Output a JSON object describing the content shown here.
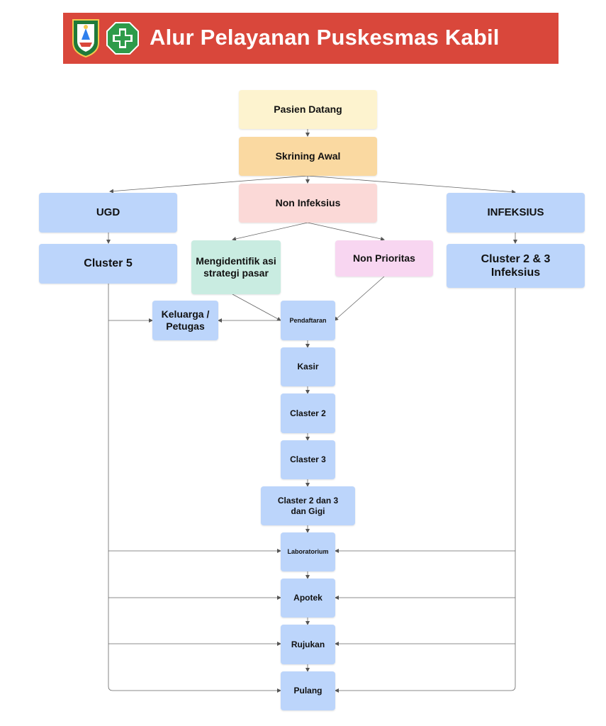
{
  "header": {
    "title": "Alur Pelayanan Puskesmas Kabil",
    "logo_regional": "regional-emblem-icon",
    "logo_puskesmas": "puskesmas-cross-icon",
    "background_color": "#d9473b"
  },
  "nodes": {
    "pasien_datang": "Pasien Datang",
    "skrining_awal": "Skrining Awal",
    "non_infeksius": "Non Infeksius",
    "ugd": "UGD",
    "infeksius": "INFEKSIUS",
    "cluster_5": "Cluster 5",
    "cluster_2_3_infeksius": "Cluster 2 & 3 Infeksius",
    "mengidentifikasi": "Mengidentifik asi strategi pasar",
    "non_prioritas": "Non Prioritas",
    "keluarga_petugas": "Keluarga / Petugas",
    "pendaftaran": "Pendaftaran",
    "kasir": "Kasir",
    "claster_2": "Claster 2",
    "claster_3": "Claster 3",
    "claster_2_3_gigi": "Claster 2 dan 3 dan Gigi",
    "laboratorium": "Laboratorium",
    "apotek": "Apotek",
    "rujukan": "Rujukan",
    "pulang": "Pulang"
  },
  "colors": {
    "blue": "#bcd5fb",
    "cream": "#fdf3cf",
    "orange": "#fad9a1",
    "pink": "#fbd9d7",
    "mint": "#c9ece1",
    "lilac": "#f8d6f1",
    "connector": "#555555"
  }
}
